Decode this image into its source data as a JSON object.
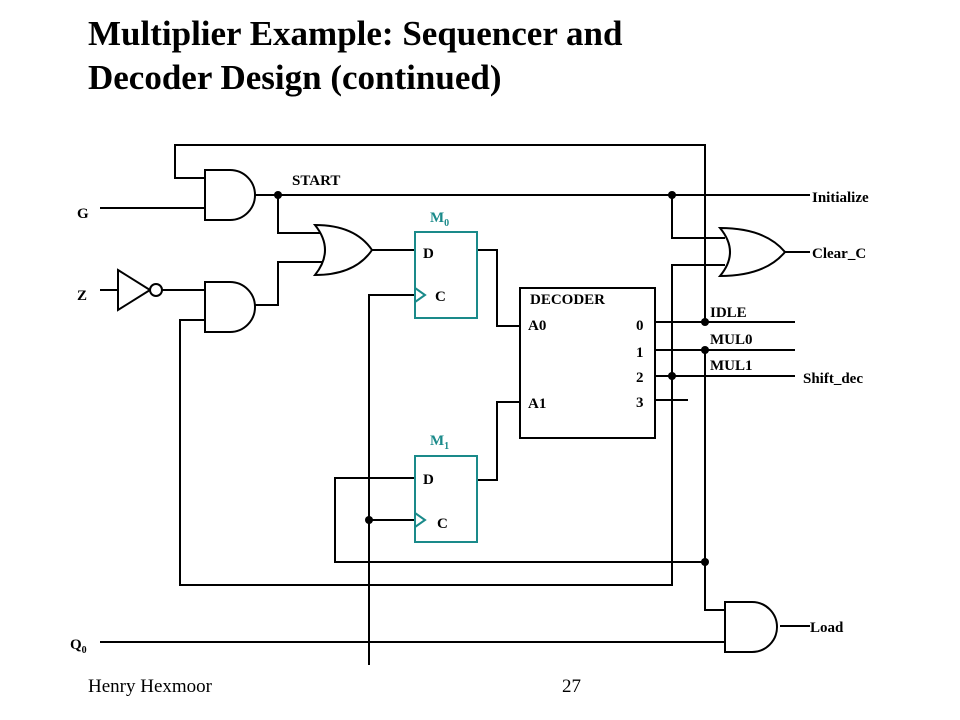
{
  "slide": {
    "title_line1": "Multiplier Example: Sequencer and",
    "title_line2": "Decoder Design (continued)",
    "author": "Henry Hexmoor",
    "page_number": "27"
  },
  "diagram": {
    "inputs": {
      "g": "G",
      "z": "Z",
      "q": "Q",
      "q_sub": "0"
    },
    "signals": {
      "start": "START"
    },
    "outputs": {
      "initialize": "Initialize",
      "clear_c": "Clear_C",
      "shift_dec": "Shift_dec",
      "load": "Load"
    },
    "flipflops": {
      "m0": {
        "name": "M",
        "sub": "0",
        "d": "D",
        "c": "C"
      },
      "m1": {
        "name": "M",
        "sub": "1",
        "d": "D",
        "c": "C"
      }
    },
    "decoder": {
      "title": "DECODER",
      "in0": "A0",
      "in1": "A1",
      "out0": "0",
      "out1": "1",
      "out2": "2",
      "out3": "3"
    },
    "state_labels": {
      "idle": "IDLE",
      "mul0": "MUL0",
      "mul1": "MUL1"
    },
    "colors": {
      "wire": "#000000",
      "flipflop": "#1a8a8a"
    }
  }
}
